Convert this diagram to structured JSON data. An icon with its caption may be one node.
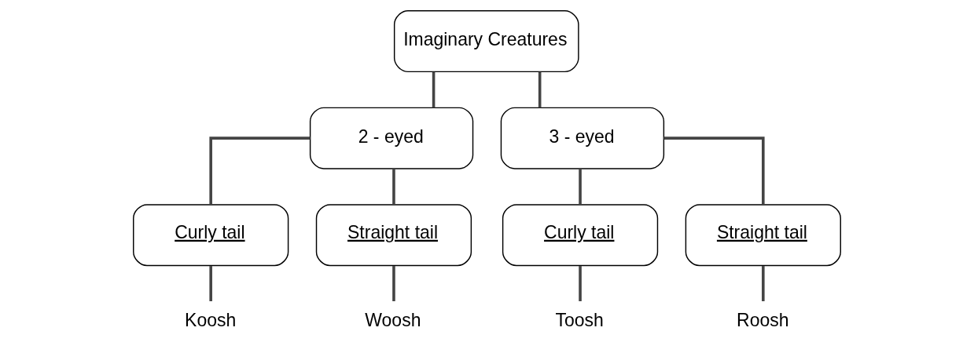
{
  "diagram": {
    "nodes": [
      {
        "text": [
          "Imaginary Creatures"
        ]
      },
      {
        "text": [
          "2 - eyed"
        ]
      },
      {
        "text": [
          "3 - eyed"
        ]
      },
      {
        "text": [
          "Curly tail"
        ]
      },
      {
        "text": [
          "Straight tail"
        ]
      },
      {
        "text": [
          "Curly tail"
        ]
      },
      {
        "text": [
          "Straight tail"
        ]
      },
      {
        "text": [
          "Koosh"
        ]
      },
      {
        "text": [
          "Woosh"
        ]
      },
      {
        "text": [
          "Toosh"
        ]
      },
      {
        "text": [
          "Roosh"
        ]
      }
    ],
    "edges": [
      {
        "from": 0,
        "to": 1,
        "arrow": "none"
      },
      {
        "from": 0,
        "to": 2,
        "arrow": "none"
      },
      {
        "from": 1,
        "to": 3,
        "arrow": "none"
      },
      {
        "from": 1,
        "to": 4,
        "arrow": "none"
      },
      {
        "from": 2,
        "to": 5,
        "arrow": "none"
      },
      {
        "from": 2,
        "to": 6,
        "arrow": "none"
      },
      {
        "from": 3,
        "to": 7,
        "arrow": "none"
      },
      {
        "from": 4,
        "to": 8,
        "arrow": "none"
      },
      {
        "from": 5,
        "to": 9,
        "arrow": "none"
      },
      {
        "from": 6,
        "to": 10,
        "arrow": "none"
      }
    ]
  }
}
